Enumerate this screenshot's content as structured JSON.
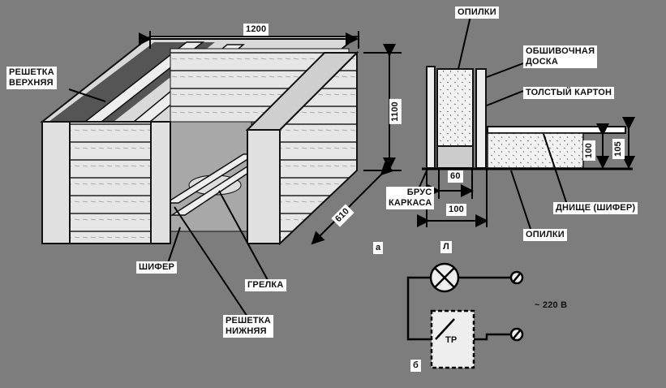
{
  "figure_a": {
    "marker": "а",
    "dimensions": {
      "length": "1200",
      "height": "1100",
      "depth": "610"
    },
    "labels": {
      "upper_grid": [
        "РЕШЕТКА",
        "ВЕРХНЯЯ"
      ],
      "slate": "ШИФЕР",
      "heater": "ГРЕЛКА",
      "lower_grid": [
        "РЕШЕТКА",
        "НИЖНЯЯ"
      ]
    },
    "section": {
      "sawdust_top": "ОПИЛКИ",
      "cladding_board": [
        "ОБШИВОЧНАЯ",
        "ДОСКА"
      ],
      "thick_cardboard": "ТОЛСТЫЙ КАРТОН",
      "frame_beam": [
        "БРУС",
        "КАРКАСА"
      ],
      "bottom_slate": "ДНИЩЕ (ШИФЕР)",
      "sawdust_bottom": "ОПИЛКИ",
      "dim_beam": "60",
      "dim_wall": "100",
      "dim_sawdust": "100",
      "dim_bottom": "105"
    }
  },
  "figure_b": {
    "marker": "б",
    "lamp": "Л",
    "thermostat": "ТР",
    "supply": "~ 220 В"
  }
}
